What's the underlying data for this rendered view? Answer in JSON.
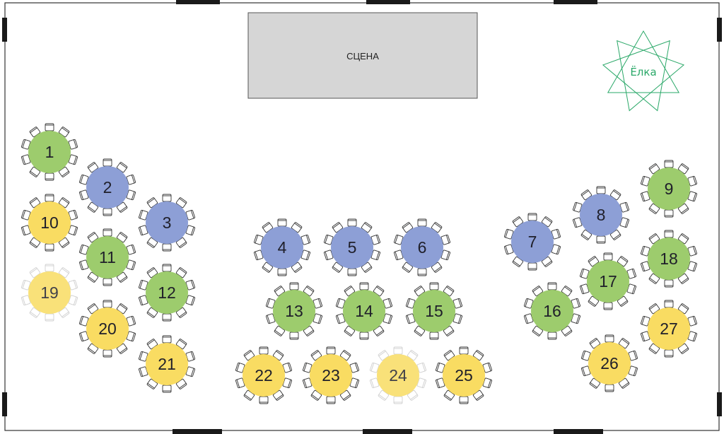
{
  "stage": {
    "label": "СЦЕНА"
  },
  "tree": {
    "label": "Ёлка"
  },
  "colors": {
    "green": "#9dcc6d",
    "blue": "#8d9fd6",
    "yellow": "#f9dc62",
    "stage_fill": "#d6d6d6",
    "tree_stroke": "#2aa868",
    "chair_stroke": "#333333",
    "wall": "#333333",
    "door": "#1a1a1a"
  },
  "tables": [
    {
      "number": "1",
      "color": "green"
    },
    {
      "number": "2",
      "color": "blue"
    },
    {
      "number": "3",
      "color": "blue"
    },
    {
      "number": "4",
      "color": "blue"
    },
    {
      "number": "5",
      "color": "blue"
    },
    {
      "number": "6",
      "color": "blue"
    },
    {
      "number": "7",
      "color": "blue"
    },
    {
      "number": "8",
      "color": "blue"
    },
    {
      "number": "9",
      "color": "green"
    },
    {
      "number": "10",
      "color": "yellow"
    },
    {
      "number": "11",
      "color": "green"
    },
    {
      "number": "12",
      "color": "green"
    },
    {
      "number": "13",
      "color": "green"
    },
    {
      "number": "14",
      "color": "green"
    },
    {
      "number": "15",
      "color": "green"
    },
    {
      "number": "16",
      "color": "green"
    },
    {
      "number": "17",
      "color": "green"
    },
    {
      "number": "18",
      "color": "green"
    },
    {
      "number": "19",
      "color": "yellow",
      "faded": true
    },
    {
      "number": "20",
      "color": "yellow"
    },
    {
      "number": "21",
      "color": "yellow"
    },
    {
      "number": "22",
      "color": "yellow"
    },
    {
      "number": "23",
      "color": "yellow"
    },
    {
      "number": "24",
      "color": "yellow",
      "faded": true
    },
    {
      "number": "25",
      "color": "yellow"
    },
    {
      "number": "26",
      "color": "yellow"
    },
    {
      "number": "27",
      "color": "yellow"
    }
  ]
}
